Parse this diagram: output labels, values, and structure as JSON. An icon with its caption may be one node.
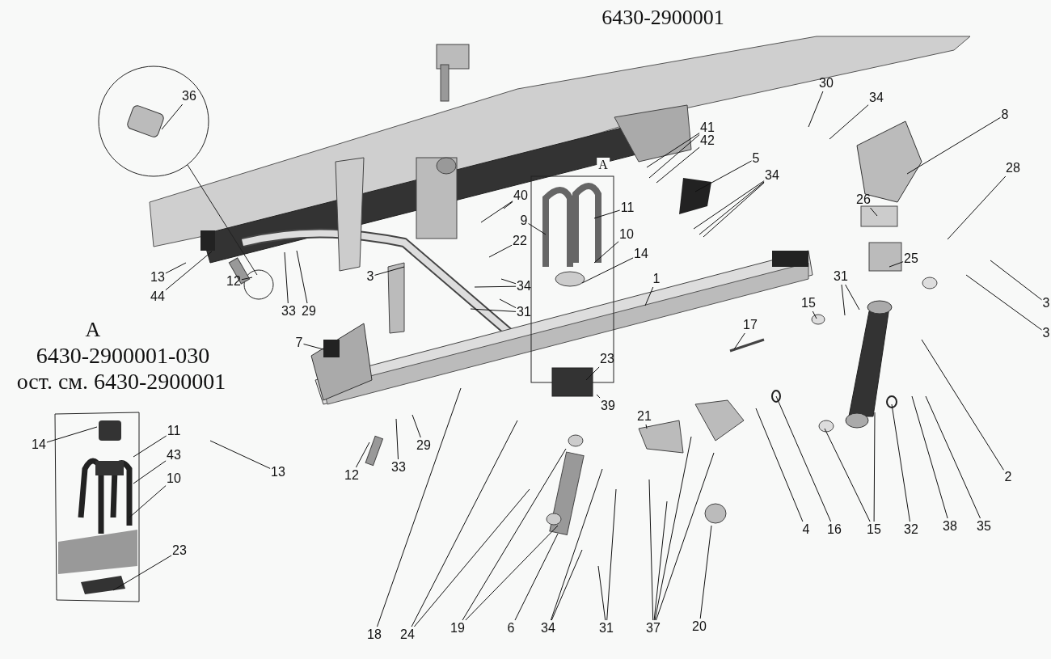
{
  "diagram": {
    "title": "6430-2900001",
    "nodes": [
      {
        "text": [
          "36"
        ]
      },
      {
        "text": [
          "13"
        ]
      },
      {
        "text": [
          "44"
        ]
      },
      {
        "text": [
          "12"
        ]
      },
      {
        "text": [
          "33"
        ]
      },
      {
        "text": [
          "29"
        ]
      },
      {
        "text": [
          "3"
        ]
      },
      {
        "text": [
          "40"
        ]
      },
      {
        "text": [
          "22"
        ]
      },
      {
        "text": [
          "34"
        ]
      },
      {
        "text": [
          "31"
        ]
      },
      {
        "text": [
          "9"
        ]
      },
      {
        "text": [
          "11"
        ]
      },
      {
        "text": [
          "10"
        ]
      },
      {
        "text": [
          "14"
        ]
      },
      {
        "text": [
          "1"
        ]
      },
      {
        "text": [
          "41"
        ]
      },
      {
        "text": [
          "42"
        ]
      },
      {
        "text": [
          "5"
        ]
      },
      {
        "text": [
          "34"
        ]
      },
      {
        "text": [
          "30"
        ]
      },
      {
        "text": [
          "34"
        ]
      },
      {
        "text": [
          "8"
        ]
      },
      {
        "text": [
          "28"
        ]
      },
      {
        "text": [
          "26"
        ]
      },
      {
        "text": [
          "25"
        ]
      },
      {
        "text": [
          "31"
        ]
      },
      {
        "text": [
          "15"
        ]
      },
      {
        "text": [
          "17"
        ]
      },
      {
        "text": [
          "3"
        ]
      },
      {
        "text": [
          "3"
        ]
      },
      {
        "text": [
          "7"
        ]
      },
      {
        "text": [
          "23"
        ]
      },
      {
        "text": [
          "39"
        ]
      },
      {
        "text": [
          "21"
        ]
      },
      {
        "text": [
          "29"
        ]
      },
      {
        "text": [
          "33"
        ]
      },
      {
        "text": [
          "12"
        ]
      },
      {
        "text": [
          "13"
        ]
      },
      {
        "text": [
          "2"
        ]
      },
      {
        "text": [
          "14"
        ]
      },
      {
        "text": [
          "11"
        ]
      },
      {
        "text": [
          "43"
        ]
      },
      {
        "text": [
          "10"
        ]
      },
      {
        "text": [
          "23"
        ]
      },
      {
        "text": [
          "18"
        ]
      },
      {
        "text": [
          "24"
        ]
      },
      {
        "text": [
          "19"
        ]
      },
      {
        "text": [
          "6"
        ]
      },
      {
        "text": [
          "34"
        ]
      },
      {
        "text": [
          "31"
        ]
      },
      {
        "text": [
          "37"
        ]
      },
      {
        "text": [
          "20"
        ]
      },
      {
        "text": [
          "4"
        ]
      },
      {
        "text": [
          "16"
        ]
      },
      {
        "text": [
          "15"
        ]
      },
      {
        "text": [
          "32"
        ]
      },
      {
        "text": [
          "38"
        ]
      },
      {
        "text": [
          "35"
        ]
      }
    ],
    "edges": [
      {
        "from": 0,
        "to": null,
        "arrow": "none"
      },
      {
        "from": 1,
        "to": null,
        "arrow": "none"
      },
      {
        "from": 2,
        "to": null,
        "arrow": "none"
      },
      {
        "from": 3,
        "to": null,
        "arrow": "none"
      },
      {
        "from": 4,
        "to": null,
        "arrow": "none"
      },
      {
        "from": 5,
        "to": null,
        "arrow": "none"
      },
      {
        "from": 6,
        "to": null,
        "arrow": "none"
      },
      {
        "from": 7,
        "to": null,
        "arrow": "none"
      },
      {
        "from": 7,
        "to": null,
        "arrow": "none"
      },
      {
        "from": 8,
        "to": null,
        "arrow": "none"
      },
      {
        "from": 9,
        "to": null,
        "arrow": "none"
      },
      {
        "from": 9,
        "to": null,
        "arrow": "none"
      },
      {
        "from": 10,
        "to": null,
        "arrow": "none"
      },
      {
        "from": 10,
        "to": null,
        "arrow": "none"
      },
      {
        "from": 11,
        "to": null,
        "arrow": "none"
      },
      {
        "from": 12,
        "to": null,
        "arrow": "none"
      },
      {
        "from": 13,
        "to": null,
        "arrow": "none"
      },
      {
        "from": 14,
        "to": null,
        "arrow": "none"
      },
      {
        "from": 15,
        "to": null,
        "arrow": "none"
      },
      {
        "from": 16,
        "to": null,
        "arrow": "none"
      },
      {
        "from": 16,
        "to": null,
        "arrow": "none"
      },
      {
        "from": 17,
        "to": null,
        "arrow": "none"
      },
      {
        "from": 18,
        "to": null,
        "arrow": "none"
      },
      {
        "from": 19,
        "to": null,
        "arrow": "none"
      },
      {
        "from": 19,
        "to": null,
        "arrow": "none"
      },
      {
        "from": 19,
        "to": null,
        "arrow": "none"
      },
      {
        "from": 20,
        "to": null,
        "arrow": "none"
      },
      {
        "from": 21,
        "to": null,
        "arrow": "none"
      },
      {
        "from": 22,
        "to": null,
        "arrow": "none"
      },
      {
        "from": 23,
        "to": null,
        "arrow": "none"
      },
      {
        "from": 24,
        "to": null,
        "arrow": "none"
      },
      {
        "from": 25,
        "to": null,
        "arrow": "none"
      },
      {
        "from": 26,
        "to": null,
        "arrow": "none"
      },
      {
        "from": 26,
        "to": null,
        "arrow": "none"
      },
      {
        "from": 27,
        "to": null,
        "arrow": "none"
      },
      {
        "from": 28,
        "to": null,
        "arrow": "none"
      },
      {
        "from": 29,
        "to": null,
        "arrow": "none"
      },
      {
        "from": 30,
        "to": null,
        "arrow": "none"
      },
      {
        "from": 31,
        "to": null,
        "arrow": "none"
      },
      {
        "from": 32,
        "to": null,
        "arrow": "none"
      },
      {
        "from": 33,
        "to": null,
        "arrow": "none"
      },
      {
        "from": 34,
        "to": null,
        "arrow": "none"
      },
      {
        "from": 35,
        "to": null,
        "arrow": "none"
      },
      {
        "from": 36,
        "to": null,
        "arrow": "none"
      },
      {
        "from": 37,
        "to": null,
        "arrow": "none"
      },
      {
        "from": 38,
        "to": null,
        "arrow": "none"
      },
      {
        "from": 39,
        "to": null,
        "arrow": "none"
      },
      {
        "from": 40,
        "to": null,
        "arrow": "none"
      },
      {
        "from": 41,
        "to": null,
        "arrow": "none"
      },
      {
        "from": 42,
        "to": null,
        "arrow": "none"
      },
      {
        "from": 43,
        "to": null,
        "arrow": "none"
      },
      {
        "from": 44,
        "to": null,
        "arrow": "none"
      },
      {
        "from": 45,
        "to": null,
        "arrow": "none"
      },
      {
        "from": 46,
        "to": null,
        "arrow": "none"
      },
      {
        "from": 46,
        "to": null,
        "arrow": "none"
      },
      {
        "from": 47,
        "to": null,
        "arrow": "none"
      },
      {
        "from": 47,
        "to": null,
        "arrow": "none"
      },
      {
        "from": 48,
        "to": null,
        "arrow": "none"
      },
      {
        "from": 49,
        "to": null,
        "arrow": "none"
      },
      {
        "from": 49,
        "to": null,
        "arrow": "none"
      },
      {
        "from": 50,
        "to": null,
        "arrow": "none"
      },
      {
        "from": 50,
        "to": null,
        "arrow": "none"
      },
      {
        "from": 51,
        "to": null,
        "arrow": "none"
      },
      {
        "from": 51,
        "to": null,
        "arrow": "none"
      },
      {
        "from": 51,
        "to": null,
        "arrow": "none"
      },
      {
        "from": 51,
        "to": null,
        "arrow": "none"
      },
      {
        "from": 52,
        "to": null,
        "arrow": "none"
      },
      {
        "from": 53,
        "to": null,
        "arrow": "none"
      },
      {
        "from": 54,
        "to": null,
        "arrow": "none"
      },
      {
        "from": 55,
        "to": null,
        "arrow": "none"
      },
      {
        "from": 55,
        "to": null,
        "arrow": "none"
      },
      {
        "from": 56,
        "to": null,
        "arrow": "none"
      },
      {
        "from": 57,
        "to": null,
        "arrow": "none"
      },
      {
        "from": 58,
        "to": null,
        "arrow": "none"
      }
    ],
    "labels": [
      "A",
      "A",
      "6430-2900001-030",
      "ост. см. 6430-2900001"
    ]
  }
}
